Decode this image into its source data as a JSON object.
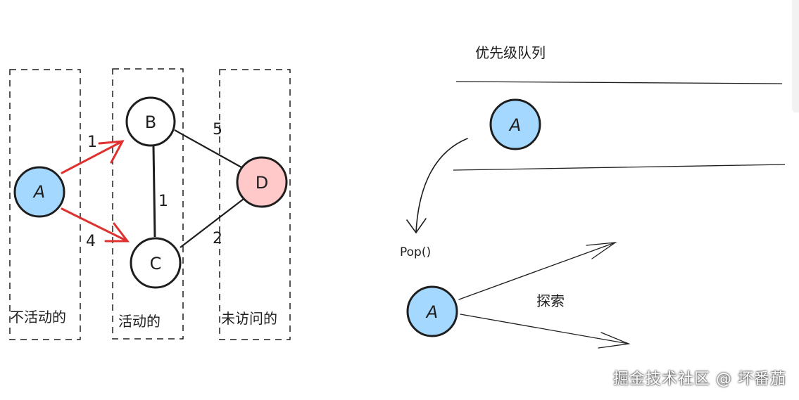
{
  "groups": {
    "inactive": "不活动的",
    "active": "活动的",
    "unvisited": "未访问的"
  },
  "nodes": {
    "a": "A",
    "b": "B",
    "c": "C",
    "d": "D"
  },
  "edges": {
    "ab": "1",
    "ac": "4",
    "bc": "1",
    "bd": "5",
    "cd": "2"
  },
  "queue": {
    "title": "优先级队列",
    "node": "A",
    "pop_label": "Pop()",
    "explore_node": "A",
    "explore_label": "探索"
  },
  "watermark": "掘金技术社区 @ 坏番茄",
  "colors": {
    "blue_node": "#a5d8ff",
    "red_node": "#ffc9c9",
    "red_arrow": "#e03131",
    "stroke": "#1e1e1e"
  }
}
